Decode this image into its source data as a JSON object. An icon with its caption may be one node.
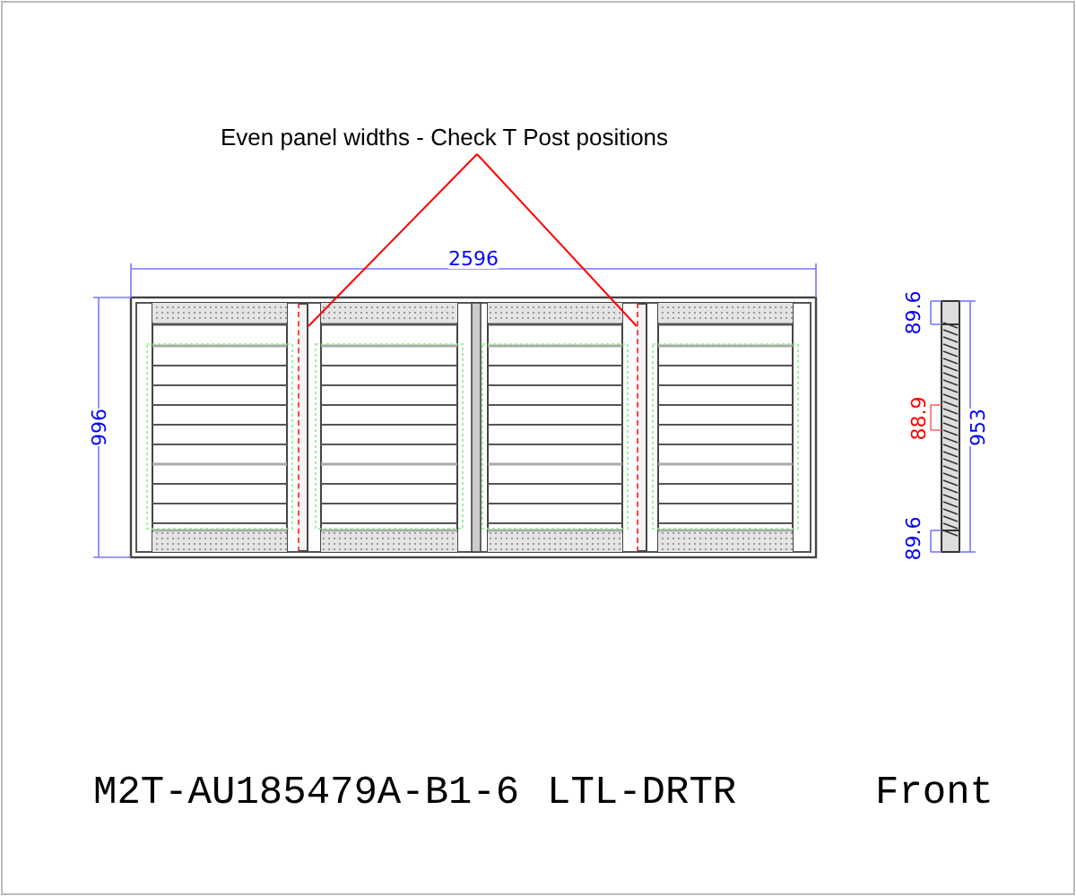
{
  "diagram": {
    "nodes": [
      {
        "text": [
          "Even panel widths - Check T Post positions"
        ]
      },
      {
        "text": [],
        "shape": "bar"
      },
      {
        "text": [],
        "shape": "bar"
      }
    ],
    "edges": [
      {
        "from": 0,
        "to": 1,
        "arrow": "none",
        "color": "#ff0000"
      },
      {
        "from": 0,
        "to": 2,
        "arrow": "none",
        "color": "#ff0000"
      }
    ],
    "labels": [
      "2596",
      "89.6",
      "996",
      "88.9",
      "953",
      "89.6",
      "M2T-AU185479A-B1-6",
      "LTL-DRTR",
      "Front"
    ]
  }
}
